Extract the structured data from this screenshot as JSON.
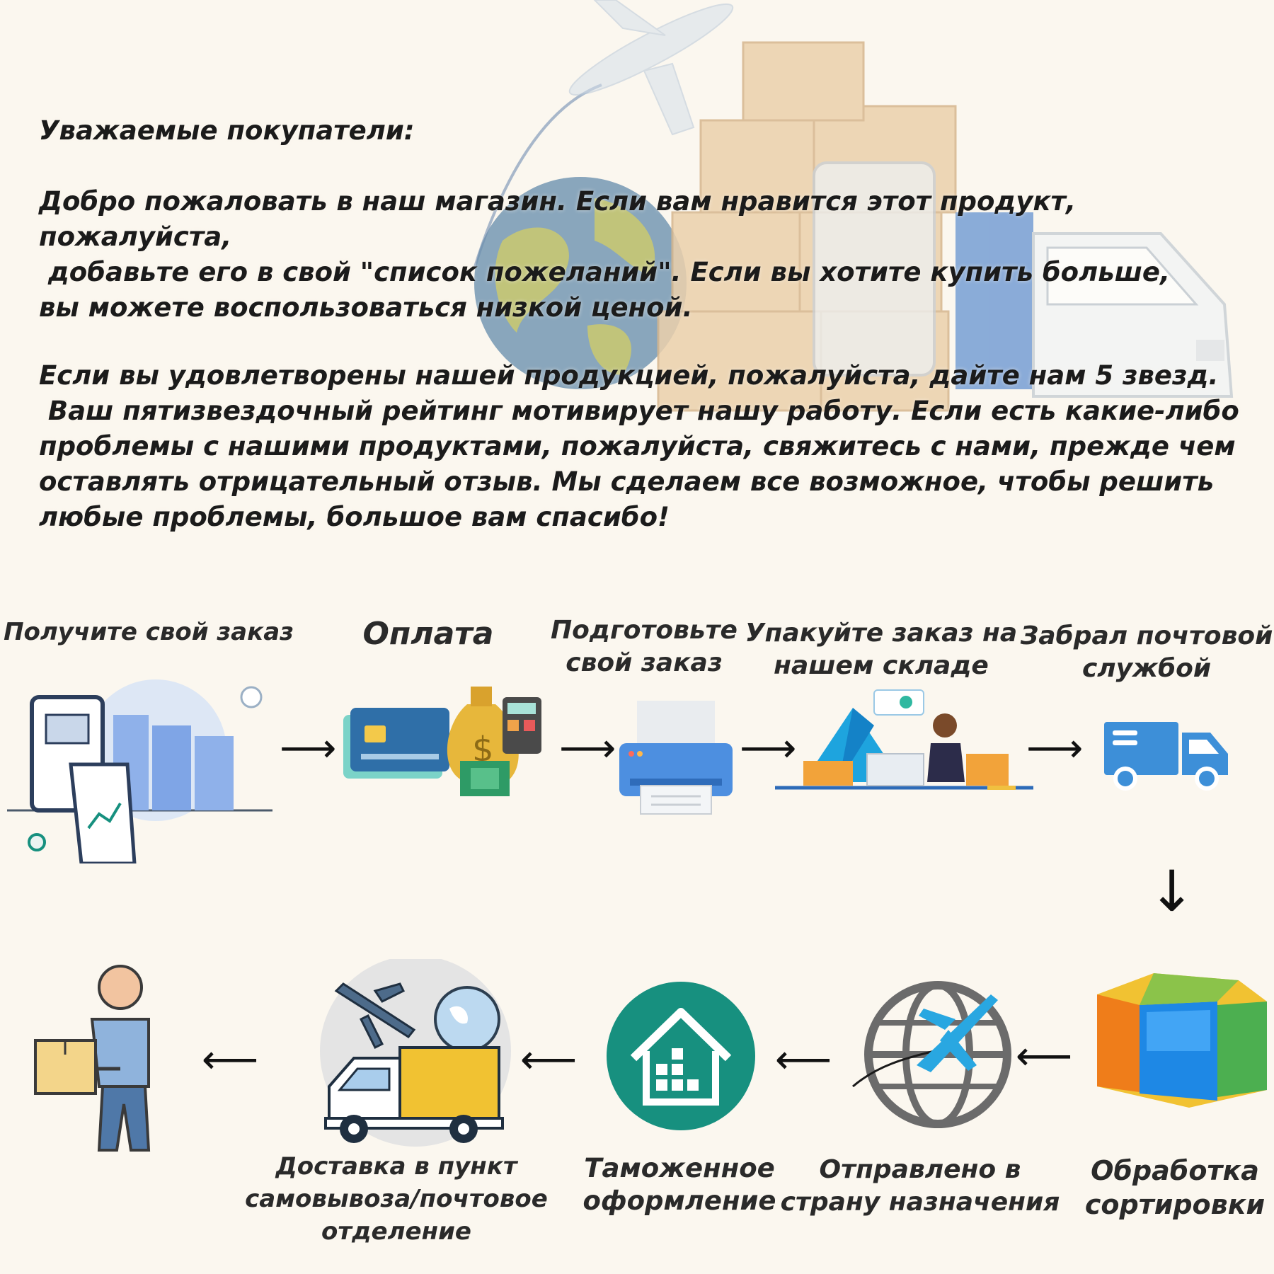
{
  "letter": {
    "greeting": "Уважаемые покупатели:",
    "paragraph1": [
      "Добро пожаловать в наш магазин. Если вам нравится этот продукт, пожалуйста,",
      " добавьте его в свой \"список пожеланий\". Если вы хотите купить больше,",
      "вы можете воспользоваться низкой ценой."
    ],
    "paragraph2": [
      "Если вы удовлетворены нашей продукцией, пожалуйста, дайте нам 5 звезд.",
      " Ваш пятизвездочный рейтинг мотивирует нашу работу. Если есть какие-либо",
      "проблемы с нашими продуктами, пожалуйста, свяжитесь с нами, прежде чем",
      "оставлять отрицательный отзыв. Мы сделаем все возможное, чтобы решить",
      "любые проблемы, большое вам спасибо!"
    ]
  },
  "steps": {
    "receive_order": [
      "Получите свой заказ"
    ],
    "payment": [
      "Оплата"
    ],
    "prepare_order": [
      "Подготовьте",
      "свой заказ"
    ],
    "pack_order": [
      "Упакуйте заказ на",
      "нашем складе"
    ],
    "picked_up": [
      "Забрал почтовой",
      "службой"
    ],
    "sorting": [
      "Обработка",
      "сортировки"
    ],
    "sent_to_country": [
      "Отправлено в",
      "страну назначения"
    ],
    "customs": [
      "Таможенное",
      "оформление"
    ],
    "delivery": [
      "Доставка в пункт",
      "самовывоза/почтовое",
      "отделение"
    ]
  },
  "arrows": {
    "right": "⟶",
    "left": "⟵",
    "down": "↓"
  },
  "icons": {
    "receive_order": "order-documents-icon",
    "payment": "payment-card-money-icon",
    "prepare_order": "printer-icon",
    "pack_order": "warehouse-packing-icon",
    "picked_up": "delivery-truck-icon",
    "sorting": "sorting-boxes-icon",
    "sent_to_country": "globe-airplane-icon",
    "customs": "customs-house-icon",
    "delivery": "truck-airplane-globe-icon",
    "customer": "person-receiving-box-icon"
  },
  "colors": {
    "background": "#fbf7ef",
    "teal": "#17907f",
    "blue": "#3d8fd8",
    "text": "#1b1b1b"
  }
}
